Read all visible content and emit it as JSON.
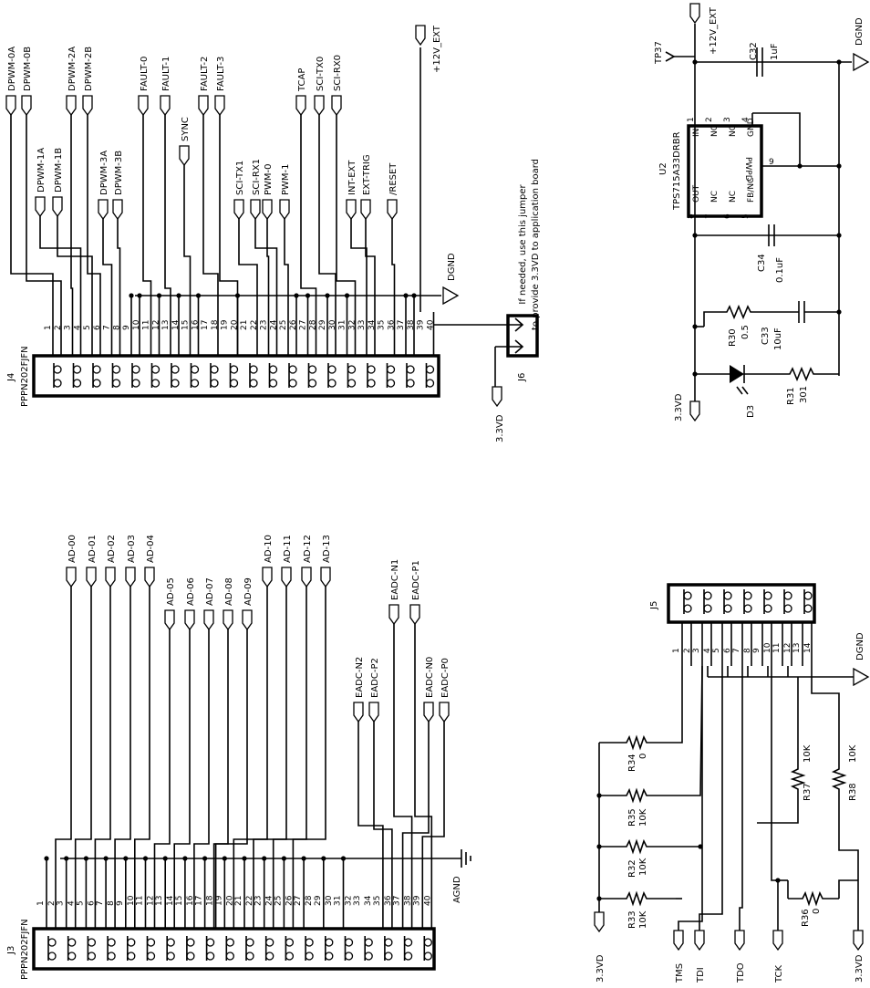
{
  "j4": {
    "ref": "J4",
    "part": "PPPN202FJFN",
    "top_signals": [
      "DPWM-0A",
      "DPWM-0B",
      "DPWM-2A",
      "DPWM-2B",
      "FAULT-0",
      "FAULT-1",
      "FAULT-2",
      "FAULT-3",
      "TCAP",
      "SCI-TX0",
      "SCI-RX0"
    ],
    "mid_signals": [
      "DPWM-1A",
      "DPWM-1B",
      "DPWM-3A",
      "DPWM-3B",
      "SYNC",
      "SCI-TX1",
      "SCI-RX1",
      "PWM-0",
      "PWM-1",
      "INT-EXT",
      "EXT-TRIG",
      "/RESET"
    ],
    "ext_label": "+12V_EXT",
    "gnd_label": "DGND",
    "pin_numbers": [
      "1",
      "2",
      "3",
      "4",
      "5",
      "6",
      "7",
      "8",
      "9",
      "10",
      "11",
      "12",
      "13",
      "14",
      "15",
      "16",
      "17",
      "18",
      "19",
      "20",
      "21",
      "22",
      "23",
      "24",
      "25",
      "26",
      "27",
      "28",
      "29",
      "30",
      "31",
      "32",
      "33",
      "34",
      "35",
      "36",
      "37",
      "38",
      "39",
      "40"
    ]
  },
  "j6": {
    "ref": "J6",
    "supply": "3.3VD",
    "note_line1": "If needed, use this jumper",
    "note_line2": "to provide 3.3VD to application board"
  },
  "reg": {
    "tp": "TP37",
    "ext": "+12V_EXT",
    "gnd": "DGND",
    "c32_ref": "C32",
    "c32_val": "1uF",
    "u2_ref": "U2",
    "u2_part": "TPS715A33DRBR",
    "u2_pins": [
      {
        "name": "IN",
        "num": "1"
      },
      {
        "name": "NC",
        "num": "2"
      },
      {
        "name": "NC",
        "num": "3"
      },
      {
        "name": "GND",
        "num": "4"
      },
      {
        "name": "OUT",
        "num": "8"
      },
      {
        "name": "NC",
        "num": "7"
      },
      {
        "name": "NC",
        "num": "6"
      },
      {
        "name": "FB/NC",
        "num": "5"
      },
      {
        "name": "PWPD",
        "num": "9"
      }
    ],
    "c34_ref": "C34",
    "c34_val": "0.1uF",
    "r30_ref": "R30",
    "r30_val": "0.5",
    "c33_ref": "C33",
    "c33_val": "10uF",
    "d3_ref": "D3",
    "r31_ref": "R31",
    "r31_val": "301",
    "supply": "3.3VD"
  },
  "j3": {
    "ref": "J3",
    "part": "PPPN202FJFN",
    "top_signals": [
      "AD-00",
      "AD-01",
      "AD-02",
      "AD-03",
      "AD-04",
      "AD-10",
      "AD-11",
      "AD-12",
      "AD-13"
    ],
    "mid_signals": [
      "AD-05",
      "AD-06",
      "AD-07",
      "AD-08",
      "AD-09"
    ],
    "eadc_hi": [
      "EADC-N1",
      "EADC-P1"
    ],
    "eadc_lo": [
      "EADC-N2",
      "EADC-P2",
      "EADC-N0",
      "EADC-P0"
    ],
    "gnd_label": "AGND"
  },
  "j5": {
    "ref": "J5",
    "pin_numbers": [
      "1",
      "2",
      "3",
      "4",
      "5",
      "6",
      "7",
      "8",
      "9",
      "10",
      "11",
      "12",
      "13",
      "14"
    ],
    "gnd": "DGND",
    "r34_ref": "R34",
    "r34_val": "0",
    "r35_ref": "R35",
    "r35_val": "10K",
    "r32_ref": "R32",
    "r32_val": "10K",
    "r33_ref": "R33",
    "r33_val": "10K",
    "r37_ref": "R37",
    "r37_val": "10K",
    "r38_ref": "R38",
    "r38_val": "10K",
    "r36_ref": "R36",
    "r36_val": "0",
    "ports": [
      "3.3VD",
      "TMS",
      "TDI",
      "TDO",
      "TCK",
      "3.3VD"
    ]
  }
}
